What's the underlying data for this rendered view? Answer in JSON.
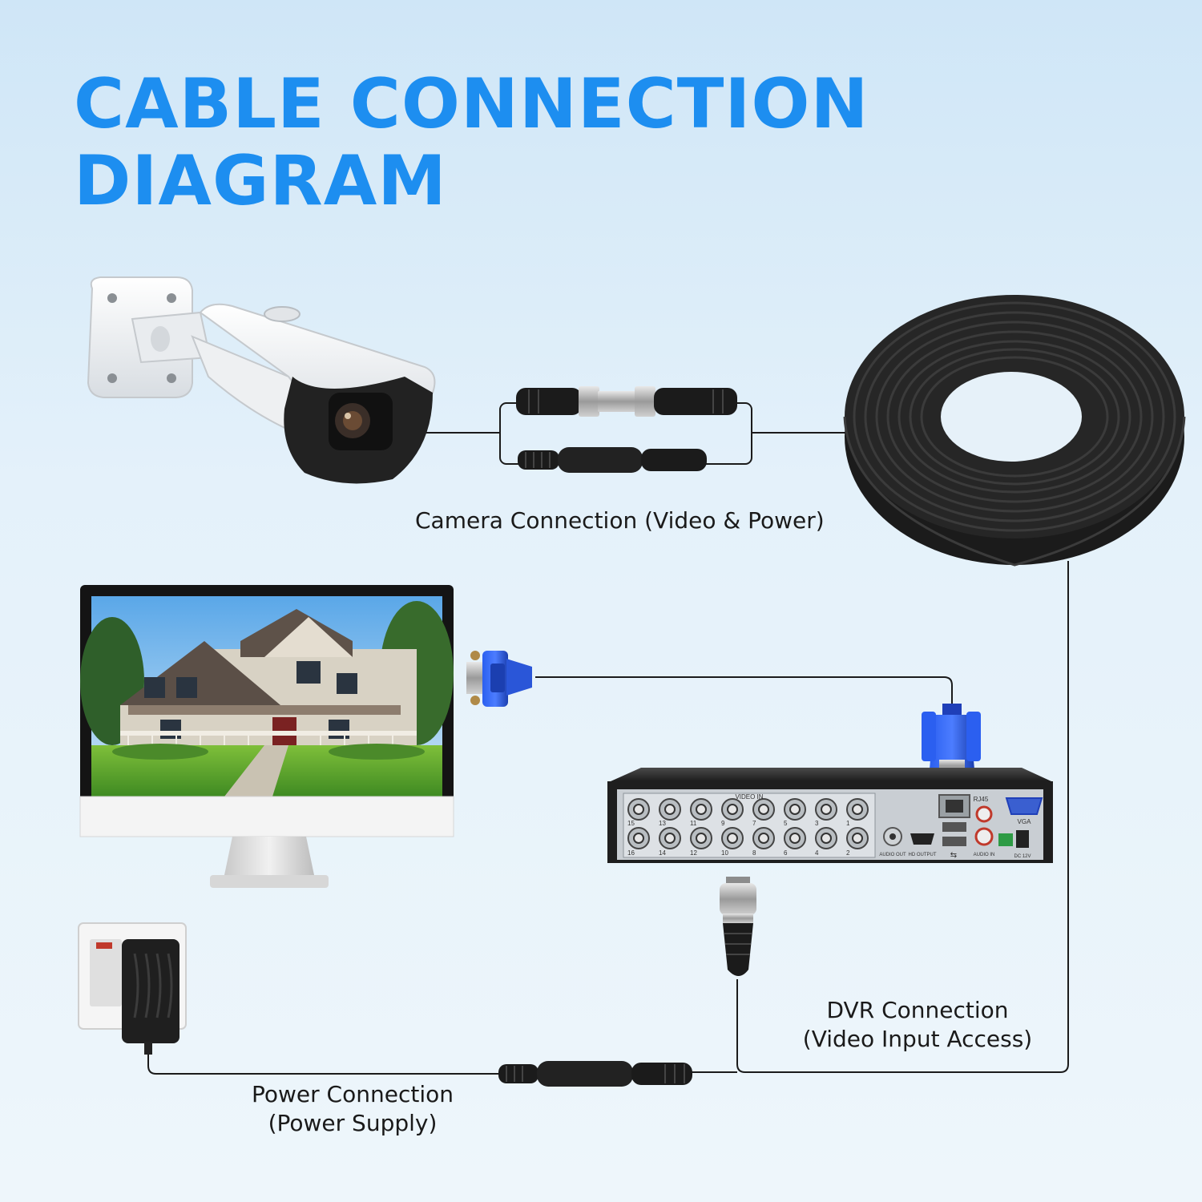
{
  "title": {
    "line1": "CABLE CONNECTION",
    "line2": "DIAGRAM"
  },
  "labels": {
    "camera": "Camera Connection (Video & Power)",
    "dvr_line1": "DVR Connection",
    "dvr_line2": "(Video Input Access)",
    "power_line1": "Power Connection",
    "power_line2": "(Power Supply)"
  },
  "dvr_panel": {
    "video_in": "VIDEO IN",
    "rj45": "RJ45",
    "vga": "VGA",
    "audio_out": "AUDIO OUT",
    "hd_output": "HD OUTPUT",
    "audio_in": "AUDIO IN",
    "dc": "DC 12V",
    "top_numbers": [
      "15",
      "13",
      "11",
      "9",
      "7",
      "5",
      "3",
      "1"
    ],
    "bottom_numbers": [
      "16",
      "14",
      "12",
      "10",
      "8",
      "6",
      "4",
      "2"
    ]
  },
  "colors": {
    "title": "#1d8ef0",
    "vga_blue": "#1f4fd6",
    "cable": "#1b1b1b"
  }
}
